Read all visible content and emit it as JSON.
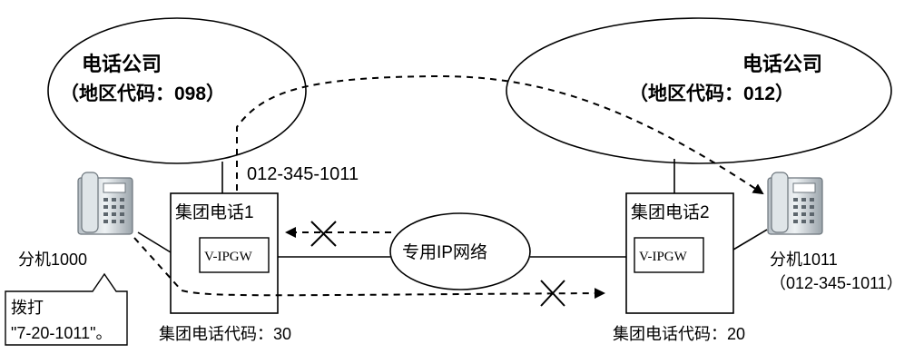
{
  "left_carrier": {
    "name": "电话公司",
    "area_code": "（地区代码：098）"
  },
  "right_carrier": {
    "name": "电话公司",
    "area_code": "（地区代码：012）"
  },
  "dialed_trunk_number": "012-345-1011",
  "left_pbx": {
    "name": "集团电话1",
    "gateway": "V-IPGW",
    "code_label": "集团电话代码：30"
  },
  "right_pbx": {
    "name": "集团电话2",
    "gateway": "V-IPGW",
    "code_label": "集团电话代码：20"
  },
  "private_network": "专用IP网络",
  "left_extension": "分机1000",
  "right_extension": {
    "label": "分机1011",
    "number": "（012-345-1011）"
  },
  "callout": {
    "line1": "拨打",
    "line2": "\"7-20-1011\"。"
  }
}
